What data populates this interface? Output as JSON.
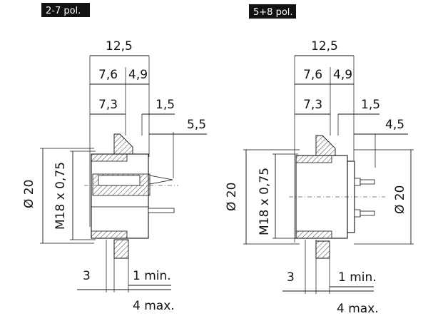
{
  "left": {
    "pol_label": "2-7 pol.",
    "dim_width": "12,5",
    "dim_a": "7,6",
    "dim_b": "4,9",
    "dim_c": "7,3",
    "dim_d": "1,5",
    "dim_e": "5,5",
    "dim_diameter": "Ø 20",
    "dim_thread": "M18 x 0,75",
    "dim_f": "3",
    "dim_min": "1 min.",
    "dim_max": "4 max."
  },
  "right": {
    "pol_label": "5+8 pol.",
    "dim_width": "12,5",
    "dim_a": "7,6",
    "dim_b": "4,9",
    "dim_c": "7,3",
    "dim_d": "1,5",
    "dim_e": "4,5",
    "dim_diameter_left": "Ø 20",
    "dim_diameter_right": "Ø 20",
    "dim_thread": "M18 x 0,75",
    "dim_f": "3",
    "dim_min": "1 min.",
    "dim_max": "4 max."
  },
  "colors": {
    "line": "#111111",
    "label_bg": "#111111",
    "label_text": "#ffffff"
  }
}
